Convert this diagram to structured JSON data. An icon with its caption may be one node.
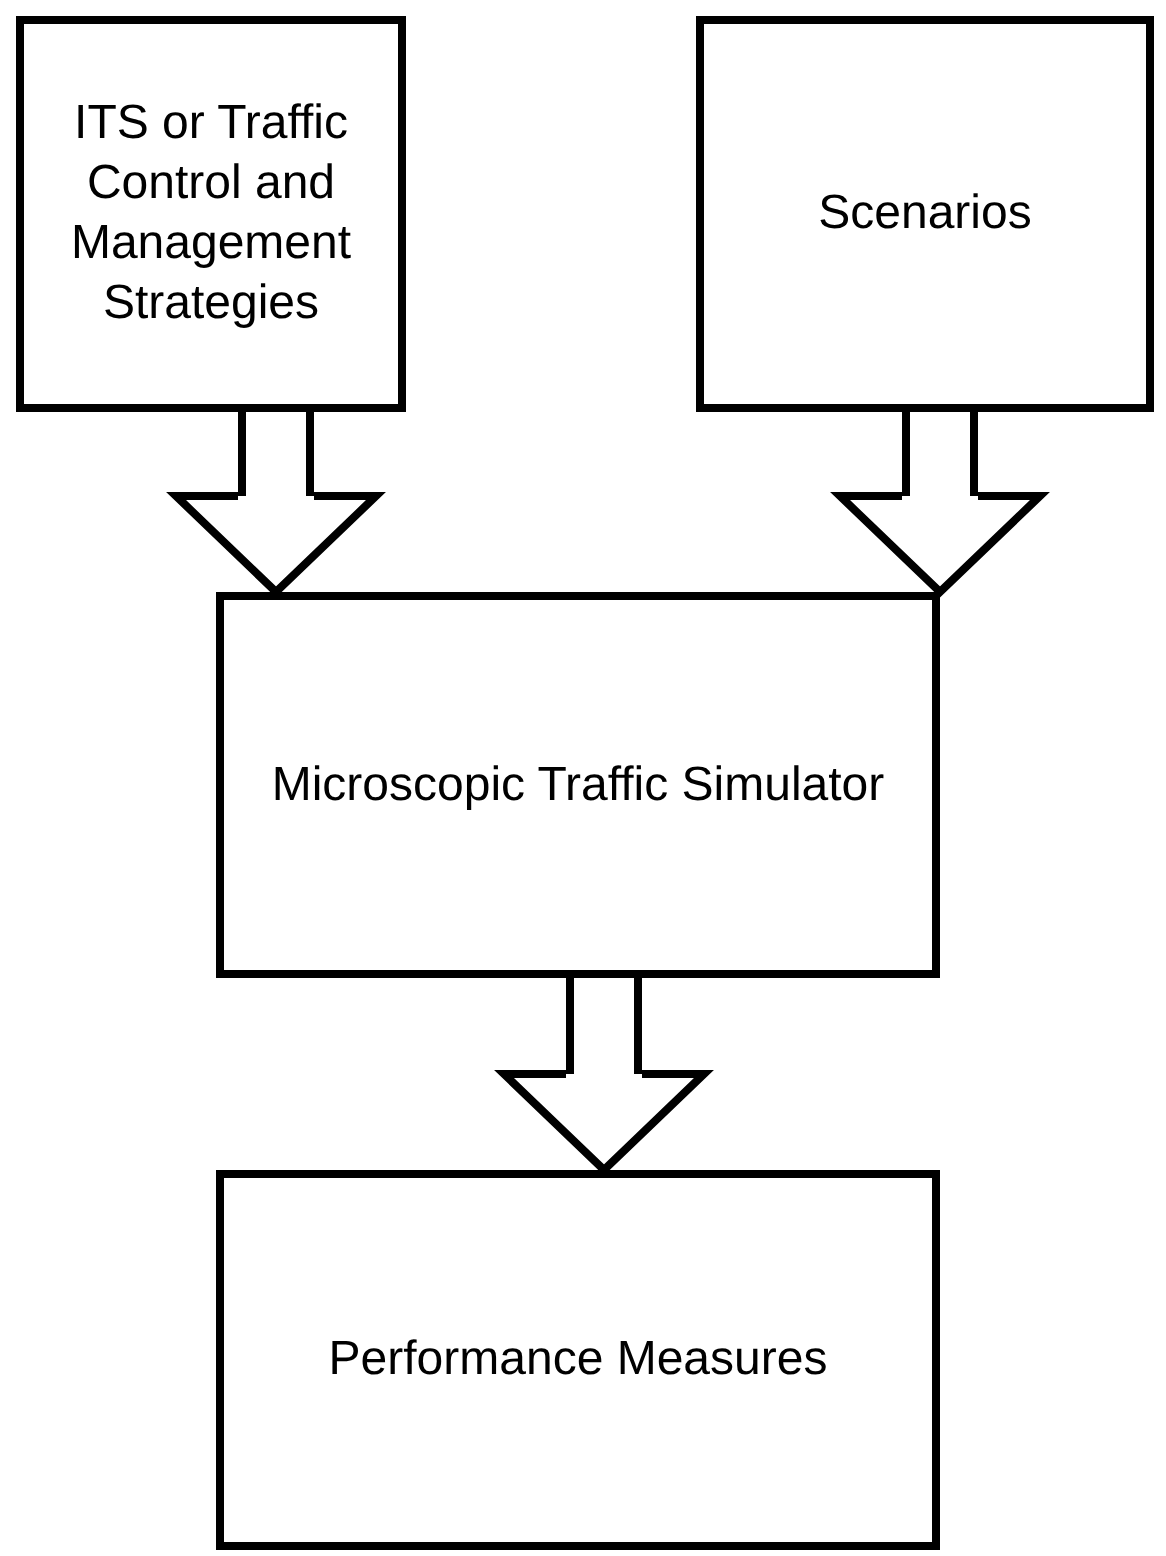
{
  "diagram": {
    "nodes": [
      {
        "text": [
          "ITS or Traffic Control and Management Strategies"
        ]
      },
      {
        "text": [
          "Scenarios"
        ]
      },
      {
        "text": [
          "Microscopic Traffic Simulator"
        ]
      },
      {
        "text": [
          "Performance Measures"
        ]
      }
    ],
    "edges": [
      {
        "from": 0,
        "to": 2,
        "arrow": "to"
      },
      {
        "from": 1,
        "to": 2,
        "arrow": "to"
      },
      {
        "from": 2,
        "to": 3,
        "arrow": "to"
      }
    ]
  }
}
